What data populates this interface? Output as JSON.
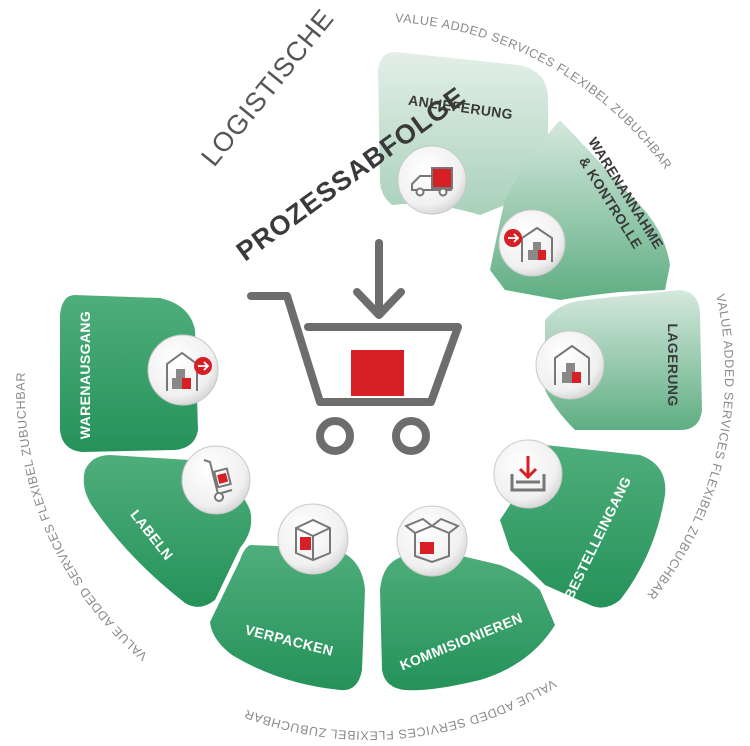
{
  "title": {
    "line1": "LOGISTISCHE",
    "line2": "PROZESSABFOLGE"
  },
  "vas_text": "VALUE ADDED SERVICES FLEXIBEL ZUBUCHBAR",
  "colors": {
    "green_dark": "#2e9a63",
    "green_mid": "#69b38a",
    "green_light": "#cfe5d8",
    "red": "#d71f26",
    "grey": "#6d6d6d"
  },
  "center_icon": "shopping-cart-with-down-arrow-icon",
  "steps": [
    {
      "label": "ANLIEFERUNG",
      "icon": "delivery-truck-icon"
    },
    {
      "label": "WARENANNAHME & KONTROLLE",
      "icon": "warehouse-incoming-icon"
    },
    {
      "label": "LAGERUNG",
      "icon": "warehouse-storage-icon"
    },
    {
      "label": "BESTELLEINGANG",
      "icon": "inbox-download-icon"
    },
    {
      "label": "KOMMISIONIEREN",
      "icon": "open-box-icon"
    },
    {
      "label": "VERPACKEN",
      "icon": "closed-box-icon"
    },
    {
      "label": "LABELN",
      "icon": "hand-truck-icon"
    },
    {
      "label": "WARENAUSGANG",
      "icon": "warehouse-outgoing-icon"
    }
  ]
}
